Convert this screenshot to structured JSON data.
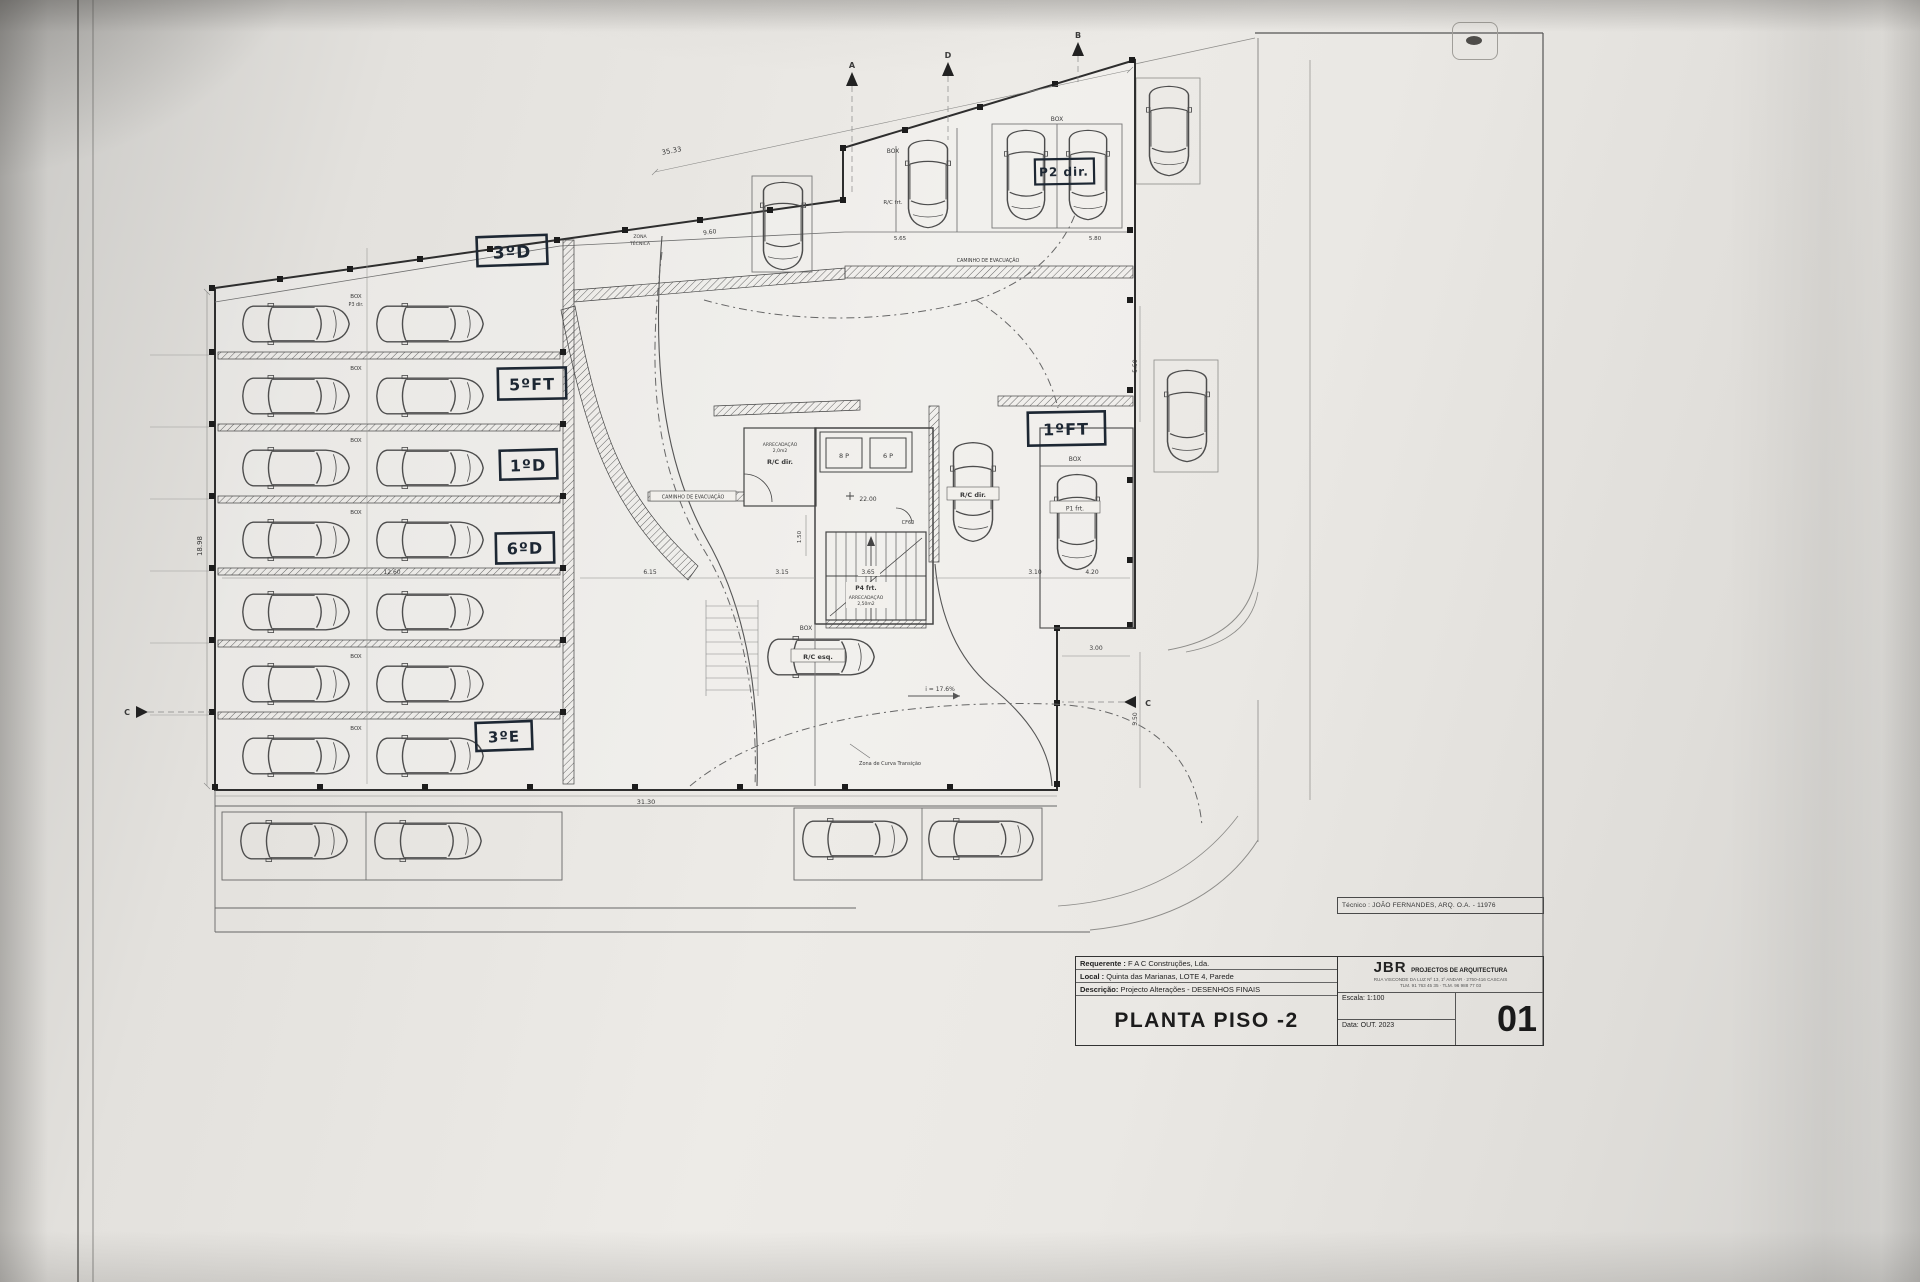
{
  "plan": {
    "handwritten": {
      "h3d": "3ºD",
      "h5ft": "5ºFT",
      "h1d": "1ºD",
      "h6d": "6ºD",
      "h3e": "3ºE",
      "h1ft": "1ºFT",
      "p2dir": "P2 dir."
    },
    "labels": {
      "box": "BOX",
      "p3dir": "P3 dir.",
      "rc_frt": "R/C frt.",
      "rc_dir": "R/C dir.",
      "rc_esq": "R/C esq.",
      "p1frt": "P1 frt.",
      "p4frt": "P4 frt.",
      "zona_tecnica_1": "ZONA",
      "zona_tecnica_2": "TÉCNICA",
      "caminho": "CAMINHO DE EVACUAÇÃO",
      "zona_curva": "Zona de Curva Transição",
      "arrecadacao_1": "ARRECADAÇÃO",
      "arrecadacao_1_area": "2,0m2",
      "arrecadacao_2": "ARRECADAÇÃO",
      "arrecadacao_2_area": "2,50m2",
      "cf60": "CF60",
      "nivel": "22.00",
      "inclinacao": "i = 17.6%",
      "elev_8p": "8 P",
      "elev_6p": "6 P"
    },
    "dims": {
      "d3533": "35.33",
      "d960": "9.60",
      "d565": "5.65",
      "d580": "5.80",
      "d1898": "18.98",
      "d3130": "31.30",
      "d1260": "12.60",
      "d615": "6.15",
      "d315": "3.15",
      "d365": "3.65",
      "d310": "3.10",
      "d420": "4.20",
      "d150": "1.50",
      "d300": "3.00",
      "d550": "5.50"
    },
    "markers": {
      "a": "A",
      "b": "B",
      "c": "C",
      "d": "D"
    }
  },
  "title_block": {
    "tecnico": "Técnico : JOÃO FERNANDES, ARQ.   O.A. - 11976",
    "requerente_label": "Requerente :",
    "requerente_value": "F A C Construções, Lda.",
    "local_label": "Local :",
    "local_value": "Quinta das Marianas, LOTE 4, Parede",
    "descricao_label": "Descrição:",
    "descricao_value": "Projecto Alterações - DESENHOS FINAIS",
    "plan_title": "PLANTA PISO -2",
    "firm": "JBR",
    "firm_sub": "PROJECTOS DE ARQUITECTURA",
    "firm_addr1": "RUA VISCONDE DA LUZ Nº 13, 1º ANDAR · 2750-416 CASCAIS",
    "firm_addr2": "TLM. 91 763 45 35 · TLM. 96 988 77 03",
    "escala": "Escala: 1:100",
    "data": "Data: OUT. 2023",
    "sheet": "01"
  }
}
